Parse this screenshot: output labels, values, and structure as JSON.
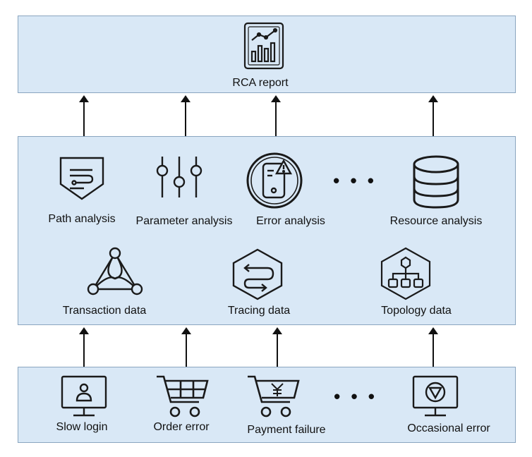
{
  "top": {
    "label": "RCA report",
    "icon": "rca-report-chart-icon"
  },
  "analysis": [
    {
      "label": "Path analysis",
      "icon": "path-analysis-shield-icon"
    },
    {
      "label": "Parameter analysis",
      "icon": "parameter-sliders-icon"
    },
    {
      "label": "Error analysis",
      "icon": "error-analysis-device-icon"
    },
    {
      "label": "Resource analysis",
      "icon": "database-icon"
    }
  ],
  "analysis_ellipsis": "• • •",
  "data_sources": [
    {
      "label": "Transaction data",
      "icon": "transaction-triangle-icon"
    },
    {
      "label": "Tracing data",
      "icon": "tracing-hexagon-icon"
    },
    {
      "label": "Topology data",
      "icon": "topology-hexagon-icon"
    }
  ],
  "symptoms": [
    {
      "label": "Slow login",
      "icon": "monitor-user-icon"
    },
    {
      "label": "Order error",
      "icon": "shopping-cart-icon"
    },
    {
      "label": "Payment failure",
      "icon": "yen-cart-icon"
    },
    {
      "label": "Occasional error",
      "icon": "monitor-warning-icon"
    }
  ],
  "symptoms_ellipsis": "• • •",
  "colors": {
    "panel_fill": "#d9e8f6",
    "panel_border": "#8aa5bf",
    "icon_stroke": "#1a1a1a"
  }
}
